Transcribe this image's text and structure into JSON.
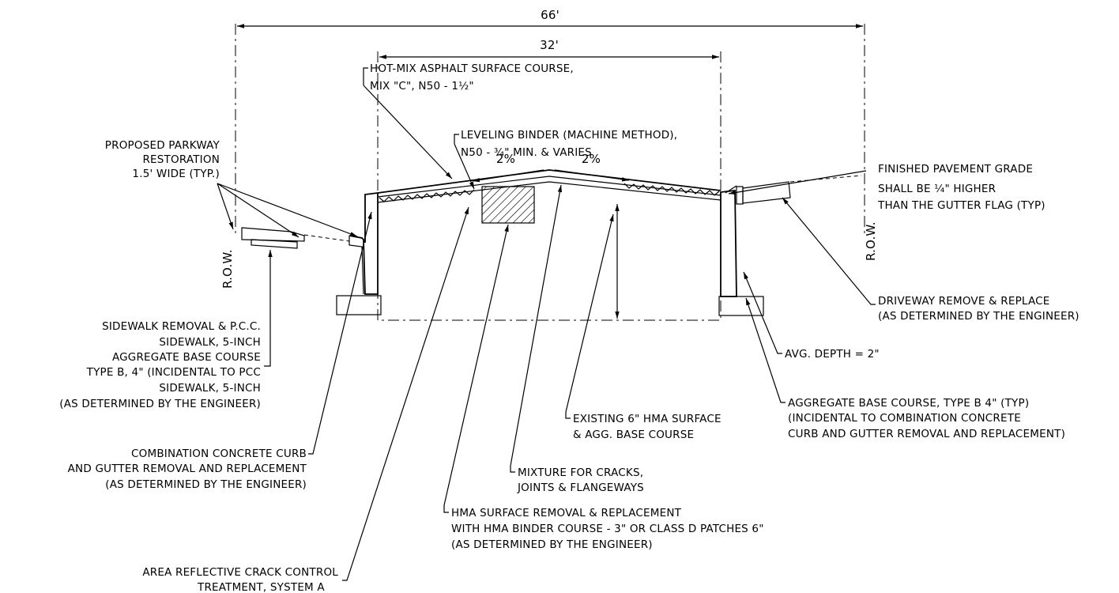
{
  "dimensions": {
    "overall": "66'",
    "pavement": "32'"
  },
  "slopes": {
    "left": "2%",
    "right": "2%"
  },
  "row_labels": {
    "left": "R.O.W.",
    "right": "R.O.W."
  },
  "notes": {
    "hot_mix": [
      "HOT-MIX ASPHALT SURFACE COURSE,",
      "MIX \"C\", N50 - 1½\""
    ],
    "leveling": [
      "LEVELING BINDER (MACHINE METHOD),",
      "N50 - ¾\" MIN. & VARIES"
    ],
    "parkway": [
      "PROPOSED PARKWAY",
      "RESTORATION",
      "1.5' WIDE (TYP.)"
    ],
    "finished_grade": [
      "FINISHED PAVEMENT GRADE",
      "SHALL BE ¼\" HIGHER",
      "THAN THE GUTTER FLAG (TYP)"
    ],
    "driveway": [
      "DRIVEWAY REMOVE & REPLACE",
      "(AS DETERMINED BY THE ENGINEER)"
    ],
    "avg_depth": [
      "AVG. DEPTH = 2\""
    ],
    "sidewalk": [
      "SIDEWALK REMOVAL & P.C.C.",
      "SIDEWALK, 5-INCH",
      "AGGREGATE BASE COURSE",
      "TYPE B, 4\" (INCIDENTAL TO PCC",
      "SIDEWALK, 5-INCH",
      "(AS DETERMINED BY THE ENGINEER)"
    ],
    "aggregate": [
      "AGGREGATE BASE COURSE, TYPE B 4\" (TYP)",
      "(INCIDENTAL TO COMBINATION CONCRETE",
      "CURB AND GUTTER REMOVAL AND REPLACEMENT)"
    ],
    "existing": [
      "EXISTING 6\" HMA SURFACE",
      "& AGG. BASE COURSE"
    ],
    "curb": [
      "COMBINATION CONCRETE CURB",
      "AND GUTTER REMOVAL AND REPLACEMENT",
      "(AS DETERMINED BY THE ENGINEER)"
    ],
    "mixture": [
      "MIXTURE FOR CRACKS,",
      "JOINTS & FLANGEWAYS"
    ],
    "hma_removal": [
      "HMA SURFACE REMOVAL & REPLACEMENT",
      "WITH HMA BINDER COURSE - 3\" OR CLASS D PATCHES 6\"",
      "(AS DETERMINED BY THE ENGINEER)"
    ],
    "crack_control": [
      "AREA REFLECTIVE CRACK CONTROL",
      "TREATMENT, SYSTEM A"
    ]
  }
}
